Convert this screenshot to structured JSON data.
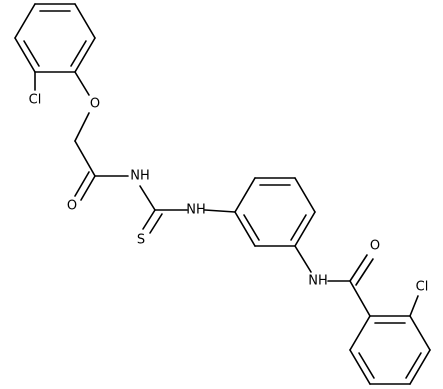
{
  "structure": {
    "atom_labels": {
      "cl_top": "Cl",
      "o_ether": "O",
      "o_carbonyl_1": "O",
      "nh_1": "NH",
      "nh_2": "NH",
      "s_thione": "S",
      "o_carbonyl_2": "O",
      "nh_3": "NH",
      "cl_bottom": "Cl"
    }
  }
}
